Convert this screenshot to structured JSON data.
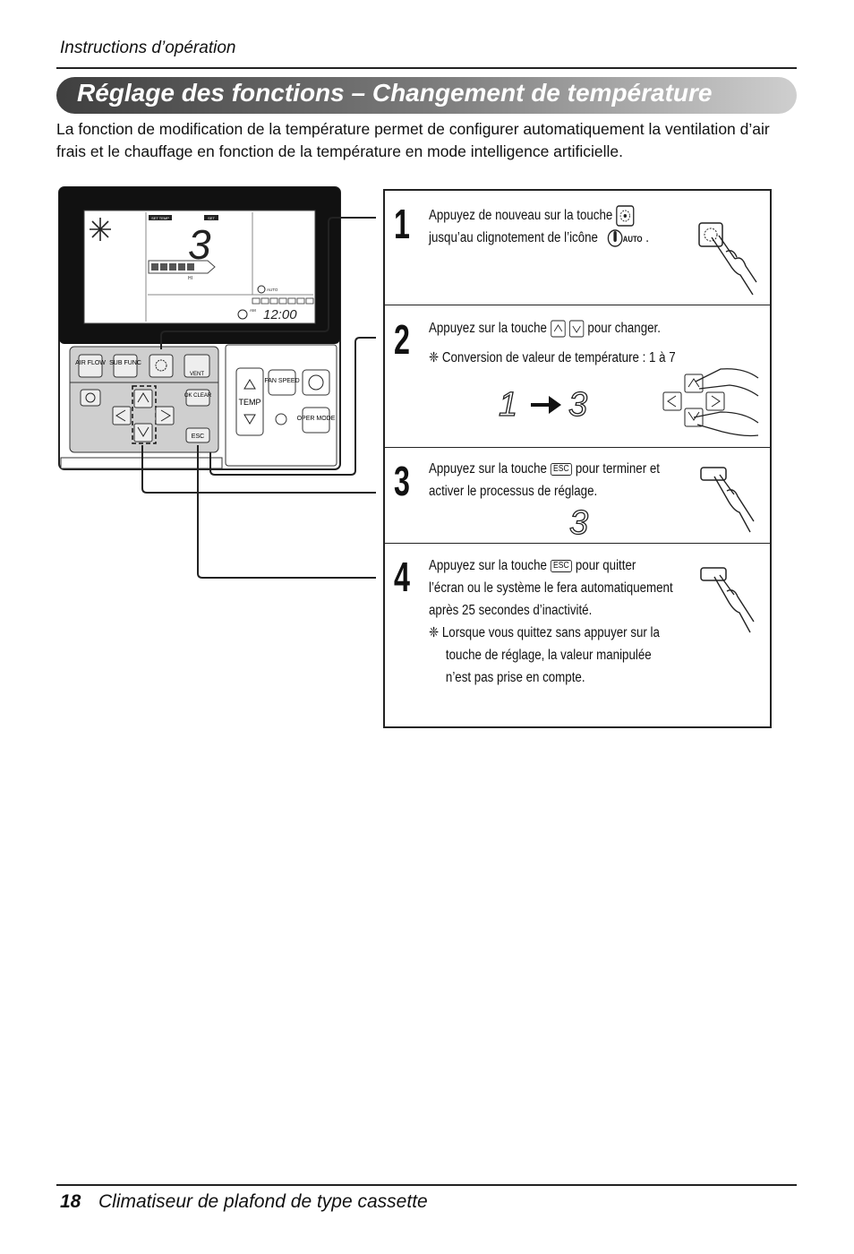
{
  "header": {
    "section": "Instructions d’opération"
  },
  "title": "Réglage des fonctions – Changement de température",
  "intro": "La fonction de modification de la température permet de configurer automatiquement la ventilation d’air frais et le chauffage en fonction de la température en mode intelligence artificielle.",
  "remote": {
    "lcd": {
      "set_temp_label": "SET TEMP",
      "set_label": "SET",
      "digit": "3",
      "fan_level": "HI",
      "auto_label": "AUTO",
      "am_label": "AM",
      "clock": "12:00"
    },
    "buttons": {
      "air_flow": "AIR FLOW",
      "sub_func": "SUB FUNC",
      "vent": "VENT",
      "ok_clear": "OK CLEAR",
      "esc": "ESC",
      "fan_speed": "FAN SPEED",
      "temp": "TEMP",
      "oper_mode": "OPER MODE"
    }
  },
  "steps": [
    {
      "number": "1",
      "line1": "Appuyez de nouveau sur la touche",
      "line2": "jusqu’au clignotement de l’icône",
      "auto_label": "AUTO",
      "end": "."
    },
    {
      "number": "2",
      "line1_a": "Appuyez sur la touche",
      "line1_b": "pour changer.",
      "note": "❈ Conversion de valeur de température : 1 à 7",
      "from": "1",
      "to": "3"
    },
    {
      "number": "3",
      "line1_a": "Appuyez sur la touche",
      "line1_b": "pour terminer et",
      "line2": "activer le processus de réglage.",
      "result": "3",
      "esc_label": "ESC"
    },
    {
      "number": "4",
      "line1_a": "Appuyez sur la touche",
      "line1_b": "pour quitter",
      "line2": "l’écran ou le système le fera automatiquement",
      "line3": "après 25 secondes d’inactivité.",
      "note1": "❈ Lorsque vous quittez sans appuyer sur la",
      "note2": "touche de réglage, la valeur manipulée",
      "note3": "n’est pas prise en compte.",
      "esc_label": "ESC"
    }
  ],
  "footer": {
    "page": "18",
    "title": "Climatiseur de plafond de type cassette"
  }
}
